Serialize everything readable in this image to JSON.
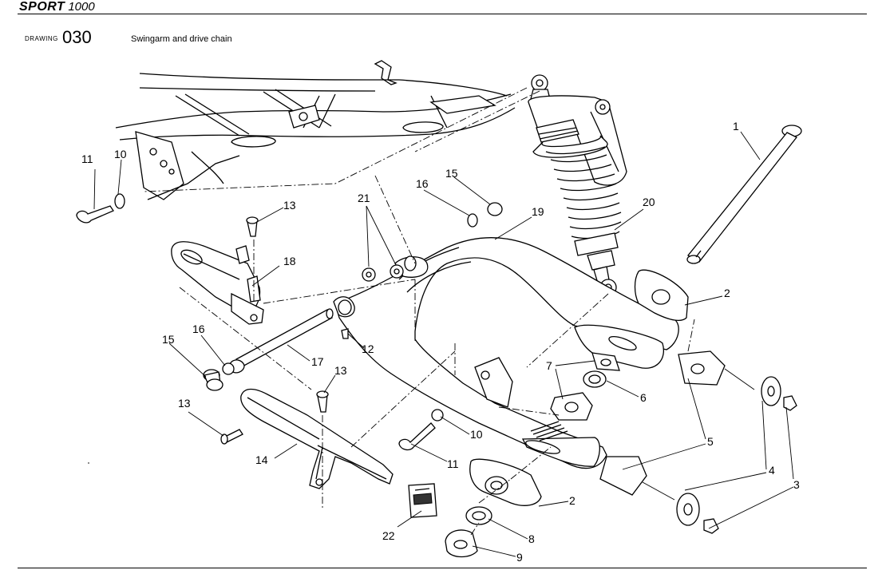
{
  "header": {
    "brand": "SPORT",
    "model": "1000"
  },
  "drawing": {
    "label": "DRAWING",
    "number": "030",
    "title": "Swingarm and drive chain"
  },
  "callouts": [
    "1",
    "2",
    "2",
    "3",
    "4",
    "5",
    "6",
    "7",
    "8",
    "9",
    "10",
    "10",
    "11",
    "11",
    "12",
    "13",
    "13",
    "13",
    "14",
    "15",
    "15",
    "16",
    "16",
    "17",
    "18",
    "19",
    "20",
    "21",
    "22"
  ]
}
